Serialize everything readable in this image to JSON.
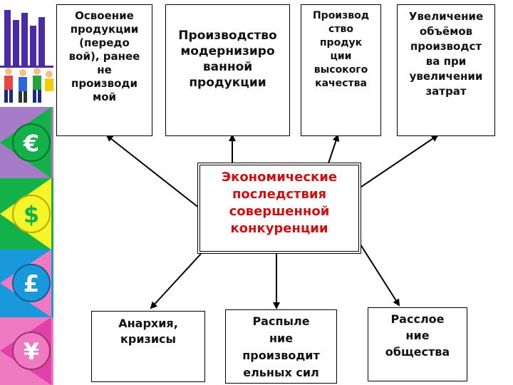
{
  "diagram": {
    "center": "Экономические\nпоследствия\nсовершенной\nконкуренции",
    "top_boxes": [
      "Освоение\nпродукции\n(передо\nвой), ранее\nне\nпроизводи\nмой",
      "Производство\nмодернизиро\nванной\nпродукции",
      "Производ\nство\nпродук\nции\nвысокого\nкачества",
      "Увеличение\nобъёмов\nпроизводст\nва при\nувеличении\nзатрат"
    ],
    "bottom_boxes": [
      "Анархия,\nкризисы",
      "Распыле\nние\nпроизводит\nельных сил",
      "Расслое\nние\nобщества"
    ]
  },
  "decor": {
    "currency_symbols": [
      "€",
      "$",
      "£",
      "¥"
    ],
    "colors": {
      "strip_purple": "#a67cc9",
      "strip_yellow": "#f5f52a",
      "strip_green": "#14b14a",
      "strip_blue": "#1a98dc",
      "strip_pink": "#f07ac2",
      "arrow": "#000000",
      "center_text": "#d01010"
    }
  }
}
